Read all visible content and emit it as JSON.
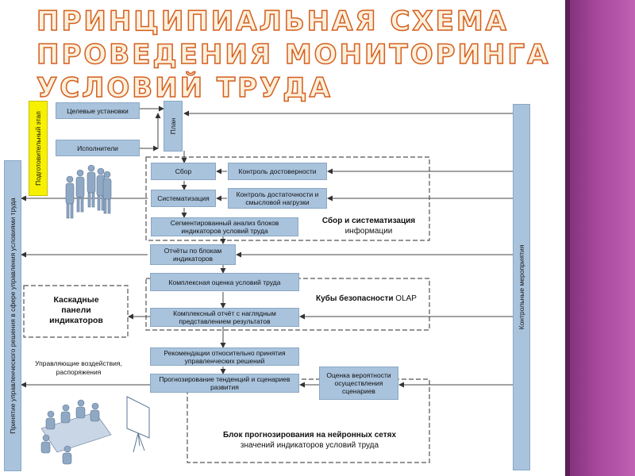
{
  "title": {
    "line1": "Принципиальная схема",
    "line2": "проведения мониторинга",
    "line3": "условий труда"
  },
  "colors": {
    "box_fill": "#a9c3dd",
    "title_fill": "#fbf0dc",
    "title_outline": "#d55e1e",
    "highlight": "#f7f000",
    "accent_panel": "#a8479d",
    "dashed_border": "#555555"
  },
  "diagram": {
    "prep_stage": "Подготовительный этап",
    "target_settings": "Целевые установки",
    "executors": "Исполнители",
    "plan": "План",
    "collection": "Сбор",
    "reliability_control": "Контроль достоверности",
    "systematization": "Систематизация",
    "sufficiency_control": "Контроль достаточности и смысловой нагрузки",
    "segmented_analysis": "Сегментированный анализ блоков индикаторов условий труда",
    "collection_block_title": "Сбор и систематизация",
    "collection_block_sub": "информации",
    "block_reports": "Отчёты по блокам индикаторов",
    "complex_assessment": "Комплексная оценка условий труда",
    "olap_bold": "Кубы безопасности",
    "olap_rest": " OLAP",
    "complex_report": "Комплексный отчёт с наглядным представлением результатов",
    "cascade_panels": "Каскадные панели индикаторов",
    "recommendations": "Рекомендации относительно принятия управленческих решений",
    "forecasting": "Прогнозирование тенденций и сценариев развития",
    "probability": "Оценка вероятности осуществления сценариев",
    "neural_block_bold": "Блок прогнозирования на нейронных сетях",
    "neural_block_sub": "значений индикаторов условий труда",
    "management_actions": "Управляющие воздействия, распоряжения",
    "decision_making": "Принятие управленческого решения в сфере управления условиями труда",
    "control_measures": "Контрольные мероприятия"
  },
  "icons": [
    "people-group-icon",
    "meeting-table-icon",
    "presentation-board-icon"
  ]
}
